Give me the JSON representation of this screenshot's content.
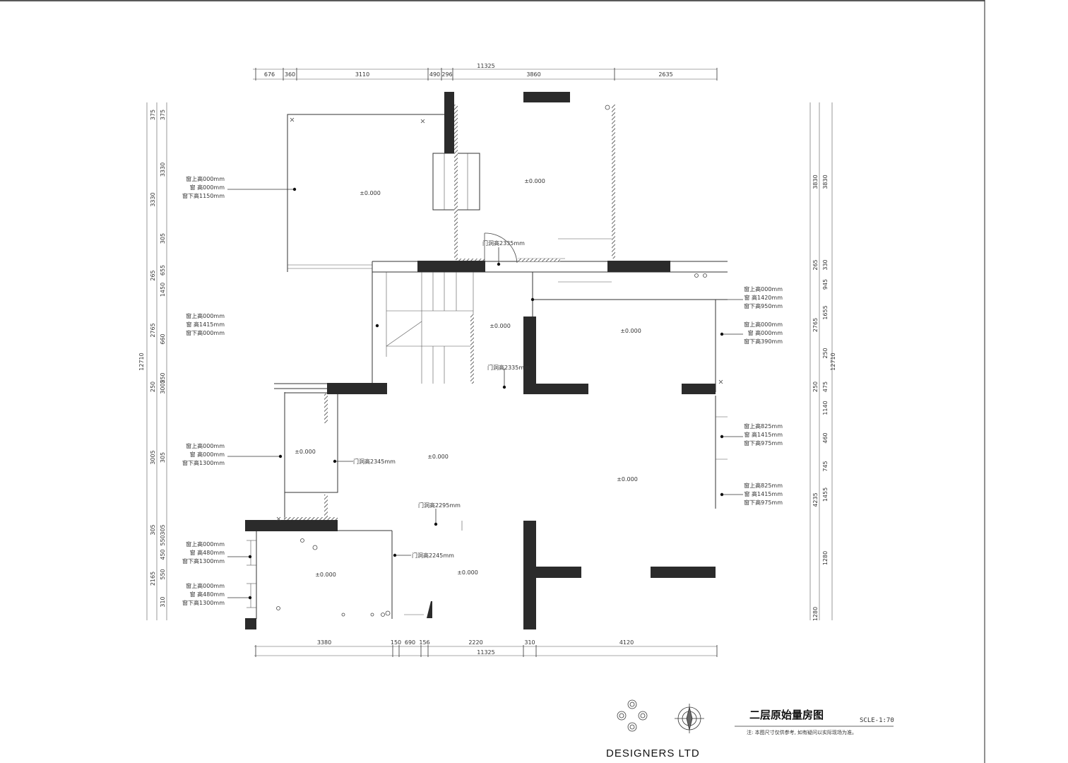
{
  "drawing": {
    "title": "二层原始量房图",
    "scale": "SCLE-1:70",
    "footnote": "注: 本图尺寸仅供参考, 如有疑问以实际现场为准。",
    "brand": "DESIGNERS   LTD"
  },
  "dimensions": {
    "top_total": "11325",
    "top": [
      "676",
      "360",
      "3110",
      "490",
      "296",
      "3860",
      "2635"
    ],
    "bottom_total": "11325",
    "bottom": [
      "3380",
      "150",
      "690",
      "156",
      "2220",
      "310",
      "4120"
    ],
    "left_total": "12710",
    "left_outer": [
      "375",
      "3330",
      "265",
      "2765",
      "250",
      "3005",
      "305",
      "2165"
    ],
    "left_inner": [
      "375",
      "3330",
      "305",
      "655",
      "1450",
      "660",
      "250",
      "3005",
      "305",
      "305",
      "550",
      "450",
      "550",
      "310"
    ],
    "right_total": "12710",
    "right_outer": [
      "3830",
      "265",
      "2765",
      "250",
      "4235",
      "1280"
    ],
    "right_inner": [
      "3830",
      "330",
      "945",
      "1655",
      "250",
      "475",
      "1140",
      "460",
      "745",
      "1455",
      "1280"
    ]
  },
  "levels": [
    "±0.000",
    "±0.000",
    "±0.000",
    "±0.000",
    "±0.000",
    "±0.000",
    "±0.000",
    "±0.000",
    "±0.000"
  ],
  "window_notes": [
    [
      "窗上高000mm",
      "窗 高000mm",
      "窗下高1150mm"
    ],
    [
      "窗上高000mm",
      "窗 高1415mm",
      "窗下高000mm"
    ],
    [
      "窗上高000mm",
      "窗 高000mm",
      "窗下高1300mm"
    ],
    [
      "窗上高000mm",
      "窗 高480mm",
      "窗下高1300mm"
    ],
    [
      "窗上高000mm",
      "窗 高480mm",
      "窗下高1300mm"
    ],
    [
      "窗上高000mm",
      "窗 高1420mm",
      "窗下高950mm"
    ],
    [
      "窗上高000mm",
      "窗 高000mm",
      "窗下高390mm"
    ],
    [
      "窗上高825mm",
      "窗 高1415mm",
      "窗下高975mm"
    ],
    [
      "窗上高825mm",
      "窗 高1415mm",
      "窗下高975mm"
    ]
  ],
  "door_notes": [
    "门洞高2335mm",
    "门洞高2335mm",
    "门洞高2345mm",
    "门洞高2295mm",
    "门洞高2245mm"
  ]
}
